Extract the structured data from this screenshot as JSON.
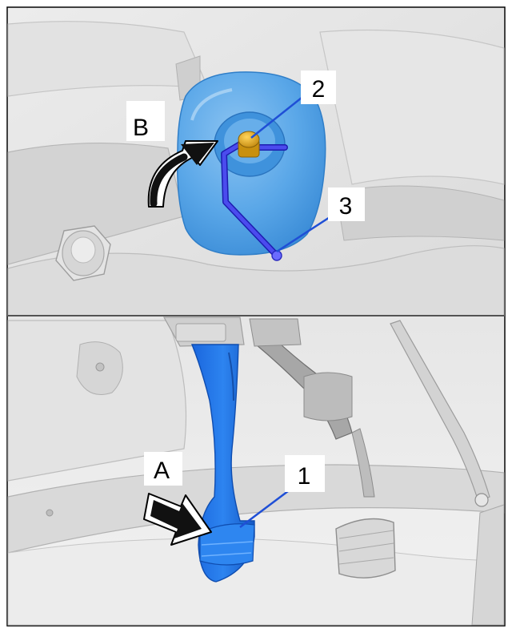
{
  "callouts": {
    "one": "1",
    "two": "2",
    "three": "3",
    "a": "A",
    "b": "B"
  },
  "colors": {
    "frame": "#000000",
    "background_light": "#e8e8e8",
    "part_mid": "#c9c9c9",
    "highlight_blue": "#1f6fe0",
    "reservoir_blue": "#58a6e8",
    "cap_yellow": "#e0a81c",
    "rod_blue": "#3b3bdc",
    "arrow_black": "#111111"
  },
  "icons": {
    "upper_arrow": "curved-arrow-icon",
    "lower_arrow": "straight-arrow-icon"
  }
}
